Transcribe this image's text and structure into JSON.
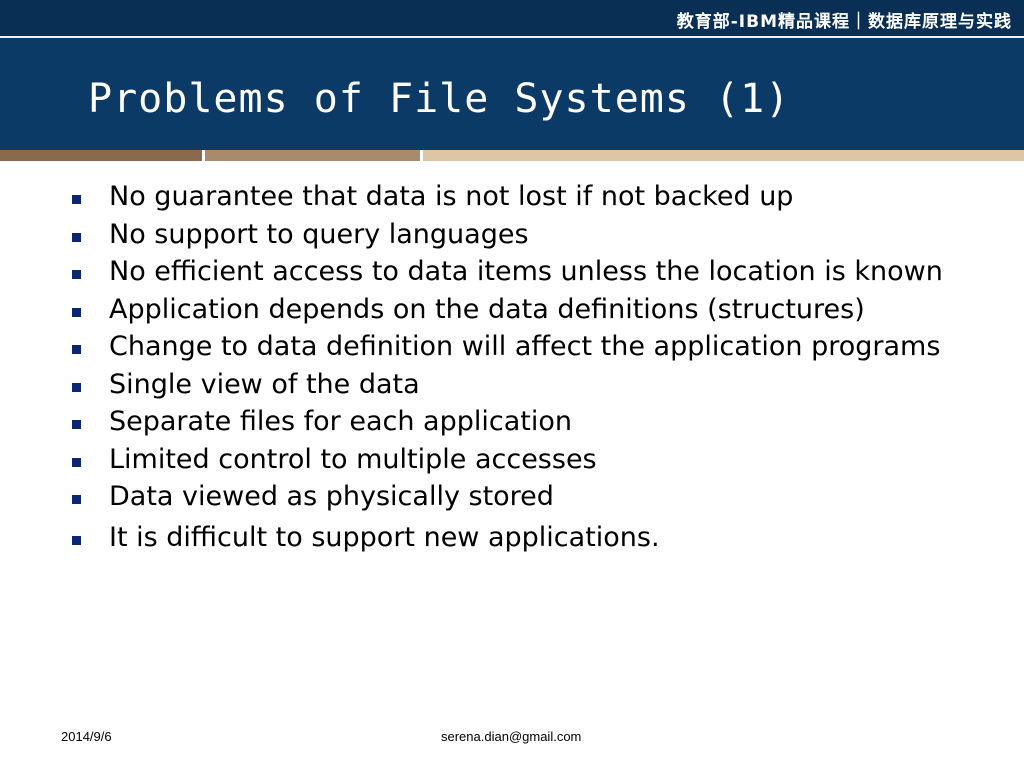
{
  "header": {
    "brand": "教育部-IBM精品课程｜数据库原理与实践",
    "title": "Problems of File Systems (1)"
  },
  "bullets": [
    "No guarantee that data is not lost if not backed up",
    "No support to query languages",
    "No efficient access to data items unless the location is known",
    "Application depends on the data definitions (structures)",
    "Change to data definition will affect the application programs",
    "Single view of the data",
    "Separate files for each application",
    "Limited control to multiple accesses",
    "Data viewed as physically stored",
    "It is difficult to support new applications."
  ],
  "footer": {
    "date": "2014/9/6",
    "email": "serena.dian@gmail.com"
  },
  "colors": {
    "header_bg": "#0c3a66",
    "bullet": "#0c2672",
    "stripe_dark": "#8a6a4e",
    "stripe_mid": "#a88b6c",
    "stripe_light": "#ddc5a6"
  }
}
